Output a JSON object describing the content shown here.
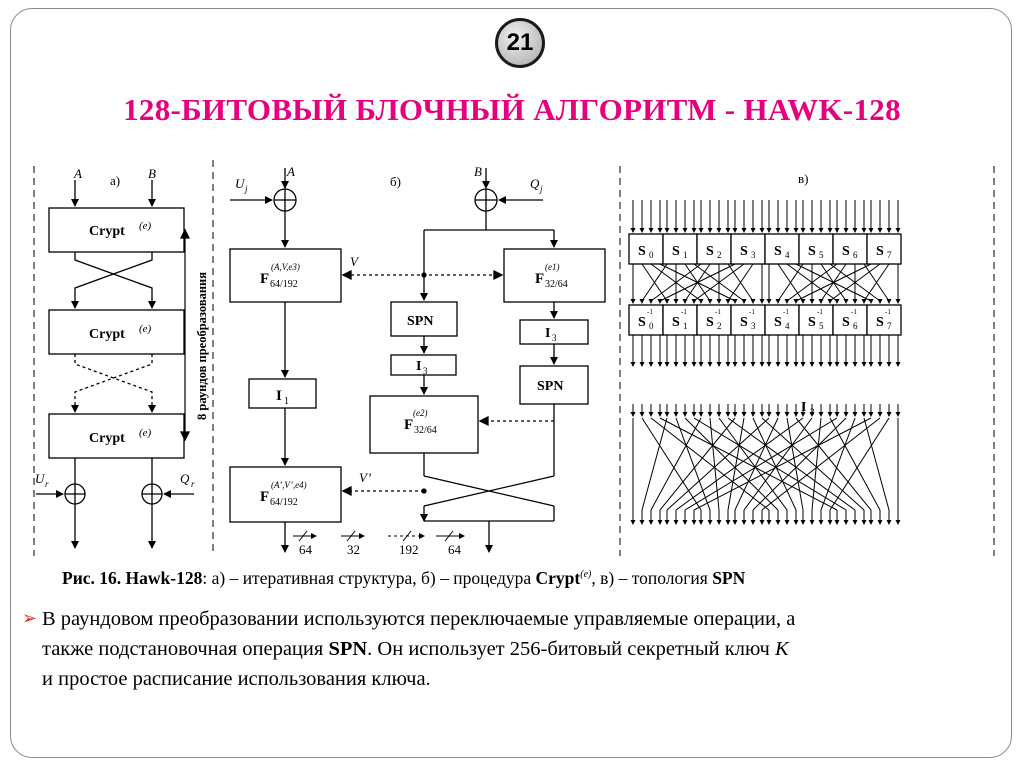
{
  "slide": {
    "number": "21",
    "title": "128-БИТОВЫЙ БЛОЧНЫЙ АЛГОРИТМ - HAWK-128",
    "title_color": "#e6007e",
    "bullet_color": "#e0301e"
  },
  "caption": {
    "label": "Рис. 16. Hawk-128",
    "part1": ": а) – итеративная структура, б) – процедура ",
    "crypt": "Crypt",
    "crypt_sup": "(e)",
    "part2": ", в) – топология ",
    "spn": "SPN"
  },
  "bullet": {
    "line1": "В раундовом преобразовании используются переключаемые управляемые операции, а",
    "line2_a": "также подстановочная операция ",
    "line2_spn": "SPN",
    "line2_b": ". Он использует 256-битовый секретный ключ ",
    "line2_k": "K",
    "line3": "и простое расписание использования ключа."
  },
  "figure": {
    "panel_a": {
      "label": "а)",
      "input_a": "A",
      "input_b": "B",
      "block": "Crypt",
      "block_sup": "(e)",
      "rounds": "8 раундов преобразования",
      "key_left": "U",
      "key_left_sub": "r",
      "key_right": "Q",
      "key_right_sub": "r"
    },
    "panel_b": {
      "label": "б)",
      "key_left": "U",
      "key_left_sub": "j",
      "input_a": "A",
      "input_b": "B",
      "key_right": "Q",
      "key_right_sub": "j",
      "f1_base": "F",
      "f1_sub": "64/192",
      "f1_sup": "(A,V,e3)",
      "v_label": "V",
      "f2_base": "F",
      "f2_sub": "32/64",
      "f2_sup": "(e1)",
      "spn_left": "SPN",
      "i3_left": "I",
      "i3_left_sub": "3",
      "i3_right": "I",
      "i3_right_sub": "3",
      "spn_right": "SPN",
      "i1": "I",
      "i1_sub": "1",
      "f3_base": "F",
      "f3_sub": "32/64",
      "f3_sup": "(e2)",
      "f4_base": "F",
      "f4_sub": "64/192",
      "f4_sup": "(A’,V’,e4)",
      "vp_label": "V’",
      "widths": [
        "64",
        "32",
        "192",
        "64"
      ]
    },
    "panel_c": {
      "label": "в)",
      "s_base": "S",
      "s_indices": [
        "0",
        "1",
        "2",
        "3",
        "4",
        "5",
        "6",
        "7"
      ],
      "inv_sup": "-1",
      "i3": "I",
      "i3_sub": "3"
    }
  }
}
